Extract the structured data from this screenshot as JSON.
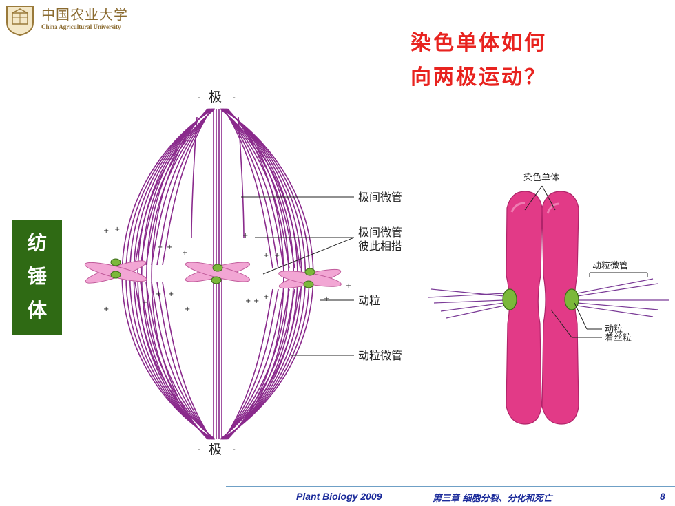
{
  "header": {
    "logo_cn": "中国农业大学",
    "logo_en": "China Agricultural University"
  },
  "title": {
    "line1": "染色单体如何",
    "line2": "向两极运动？"
  },
  "sidebar": {
    "chars": [
      "纺",
      "锤",
      "体"
    ]
  },
  "spindle": {
    "pole_top": "极",
    "pole_bottom": "极",
    "labels": {
      "polar_mt": "极间微管",
      "overlap_1": "极间微管",
      "overlap_2": "彼此相搭",
      "kinetochore": "动粒",
      "kinetochore_mt": "动粒微管"
    }
  },
  "chromosome": {
    "labels": {
      "chromatid": "染色单体",
      "kinetochore_mt": "动粒微管",
      "kinetochore": "动粒",
      "centromere": "着丝粒"
    }
  },
  "footer": {
    "course": "Plant Biology  2009",
    "chapter": "第三章 细胞分裂、分化和死亡",
    "page": "8"
  },
  "colors": {
    "title": "#e8231f",
    "sidebar_bg": "#2f6a14",
    "microtubule": "#8a2a8c",
    "chromosome": "#e23a87",
    "kinetochore": "#7bb83a",
    "footer": "#1a2a9a"
  }
}
